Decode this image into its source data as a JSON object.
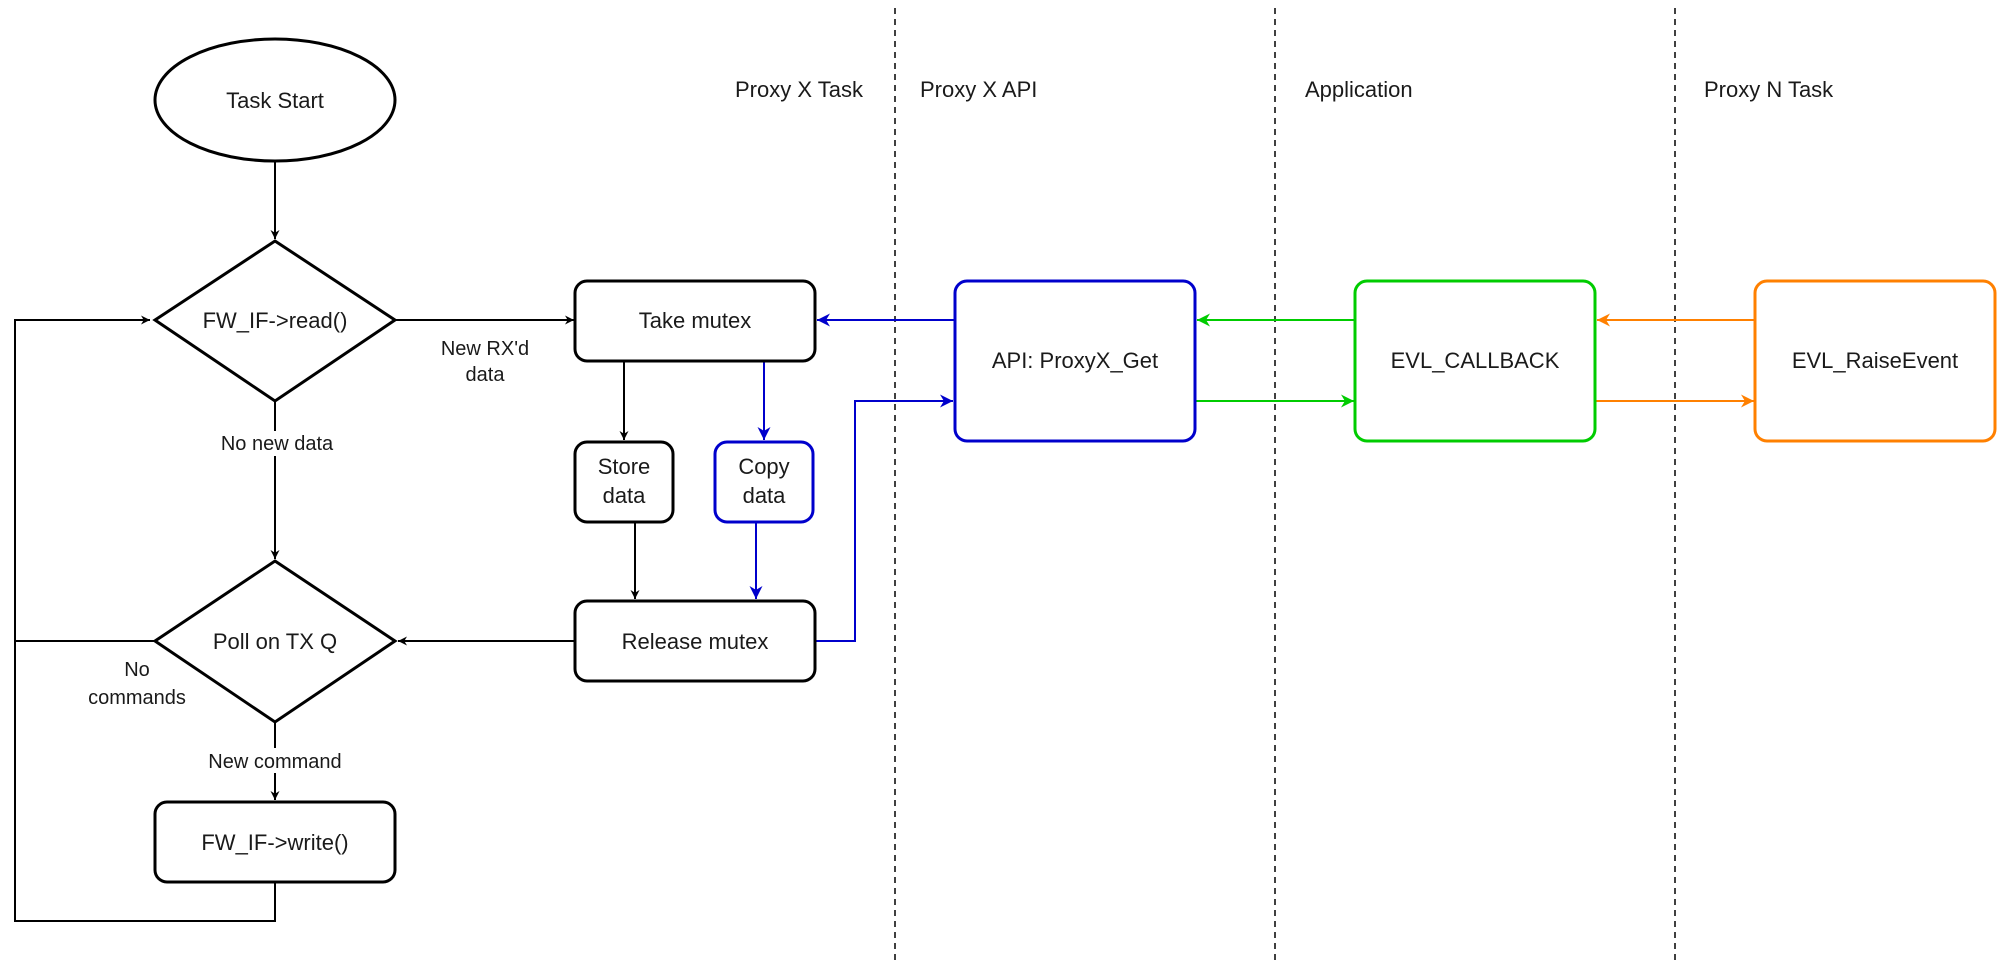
{
  "lanes": [
    {
      "id": "proxy_x_task",
      "label": "Proxy X Task"
    },
    {
      "id": "proxy_x_api",
      "label": "Proxy X API"
    },
    {
      "id": "application",
      "label": "Application"
    },
    {
      "id": "proxy_n_task",
      "label": "Proxy N Task"
    }
  ],
  "nodes": {
    "task_start": {
      "label": "Task Start",
      "shape": "ellipse"
    },
    "fw_read": {
      "label": "FW_IF->read()",
      "shape": "diamond"
    },
    "poll_tx": {
      "label": "Poll on TX Q",
      "shape": "diamond"
    },
    "fw_write": {
      "label": "FW_IF->write()",
      "shape": "rounded-rect"
    },
    "take_mutex": {
      "label": "Take mutex",
      "shape": "rounded-rect"
    },
    "store_data": {
      "line1": "Store",
      "line2": "data",
      "shape": "rounded-rect"
    },
    "copy_data": {
      "line1": "Copy",
      "line2": "data",
      "shape": "rounded-rect",
      "color": "#0000cc"
    },
    "release_mutex": {
      "label": "Release mutex",
      "shape": "rounded-rect"
    },
    "api_get": {
      "label": "API: ProxyX_Get",
      "shape": "rounded-rect",
      "color": "#0000cc"
    },
    "evl_callback": {
      "label": "EVL_CALLBACK",
      "shape": "rounded-rect",
      "color": "#00cc00"
    },
    "evl_raise": {
      "label": "EVL_RaiseEvent",
      "shape": "rounded-rect",
      "color": "#ff8000"
    }
  },
  "edge_labels": {
    "new_rx_line1": "New RX'd",
    "new_rx_line2": "data",
    "no_new_data": "No new data",
    "no_commands_line1": "No",
    "no_commands_line2": "commands",
    "new_command": "New command"
  },
  "colors": {
    "black": "#000000",
    "blue": "#0000cc",
    "green": "#00cc00",
    "orange": "#ff8000"
  }
}
